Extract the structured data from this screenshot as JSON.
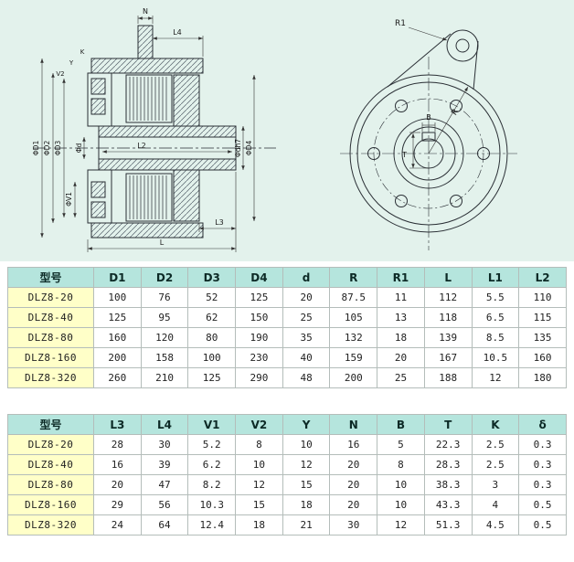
{
  "colors": {
    "panel_bg": "#e3f2ec",
    "table_header_bg": "#b5e5dd",
    "model_column_bg": "#ffffc8",
    "grid_border": "#b4bdba",
    "line_color": "#2a2f35"
  },
  "drawing": {
    "section": {
      "n": "N",
      "l4": "L4",
      "k": "K",
      "y": "Y",
      "v2": "V2",
      "d1": "ΦD1",
      "d2": "ΦD2",
      "d3": "ΦD3",
      "d": "Φd",
      "v1": "ΦV1",
      "l2": "L2",
      "dh7": "Φdh7",
      "d4": "ΦD4",
      "l3": "L3",
      "l": "L"
    },
    "front": {
      "r1": "R1",
      "r": "R",
      "b": "B",
      "t": "T"
    }
  },
  "table1": {
    "headers": [
      "型号",
      "D1",
      "D2",
      "D3",
      "D4",
      "d",
      "R",
      "R1",
      "L",
      "L1",
      "L2"
    ],
    "rows": [
      [
        "DLZ8-20",
        "100",
        "76",
        "52",
        "125",
        "20",
        "87.5",
        "11",
        "112",
        "5.5",
        "110"
      ],
      [
        "DLZ8-40",
        "125",
        "95",
        "62",
        "150",
        "25",
        "105",
        "13",
        "118",
        "6.5",
        "115"
      ],
      [
        "DLZ8-80",
        "160",
        "120",
        "80",
        "190",
        "35",
        "132",
        "18",
        "139",
        "8.5",
        "135"
      ],
      [
        "DLZ8-160",
        "200",
        "158",
        "100",
        "230",
        "40",
        "159",
        "20",
        "167",
        "10.5",
        "160"
      ],
      [
        "DLZ8-320",
        "260",
        "210",
        "125",
        "290",
        "48",
        "200",
        "25",
        "188",
        "12",
        "180"
      ]
    ]
  },
  "table2": {
    "headers": [
      "型号",
      "L3",
      "L4",
      "V1",
      "V2",
      "Y",
      "N",
      "B",
      "T",
      "K",
      "δ"
    ],
    "rows": [
      [
        "DLZ8-20",
        "28",
        "30",
        "5.2",
        "8",
        "10",
        "16",
        "5",
        "22.3",
        "2.5",
        "0.3"
      ],
      [
        "DLZ8-40",
        "16",
        "39",
        "6.2",
        "10",
        "12",
        "20",
        "8",
        "28.3",
        "2.5",
        "0.3"
      ],
      [
        "DLZ8-80",
        "20",
        "47",
        "8.2",
        "12",
        "15",
        "20",
        "10",
        "38.3",
        "3",
        "0.3"
      ],
      [
        "DLZ8-160",
        "29",
        "56",
        "10.3",
        "15",
        "18",
        "20",
        "10",
        "43.3",
        "4",
        "0.5"
      ],
      [
        "DLZ8-320",
        "24",
        "64",
        "12.4",
        "18",
        "21",
        "30",
        "12",
        "51.3",
        "4.5",
        "0.5"
      ]
    ]
  }
}
